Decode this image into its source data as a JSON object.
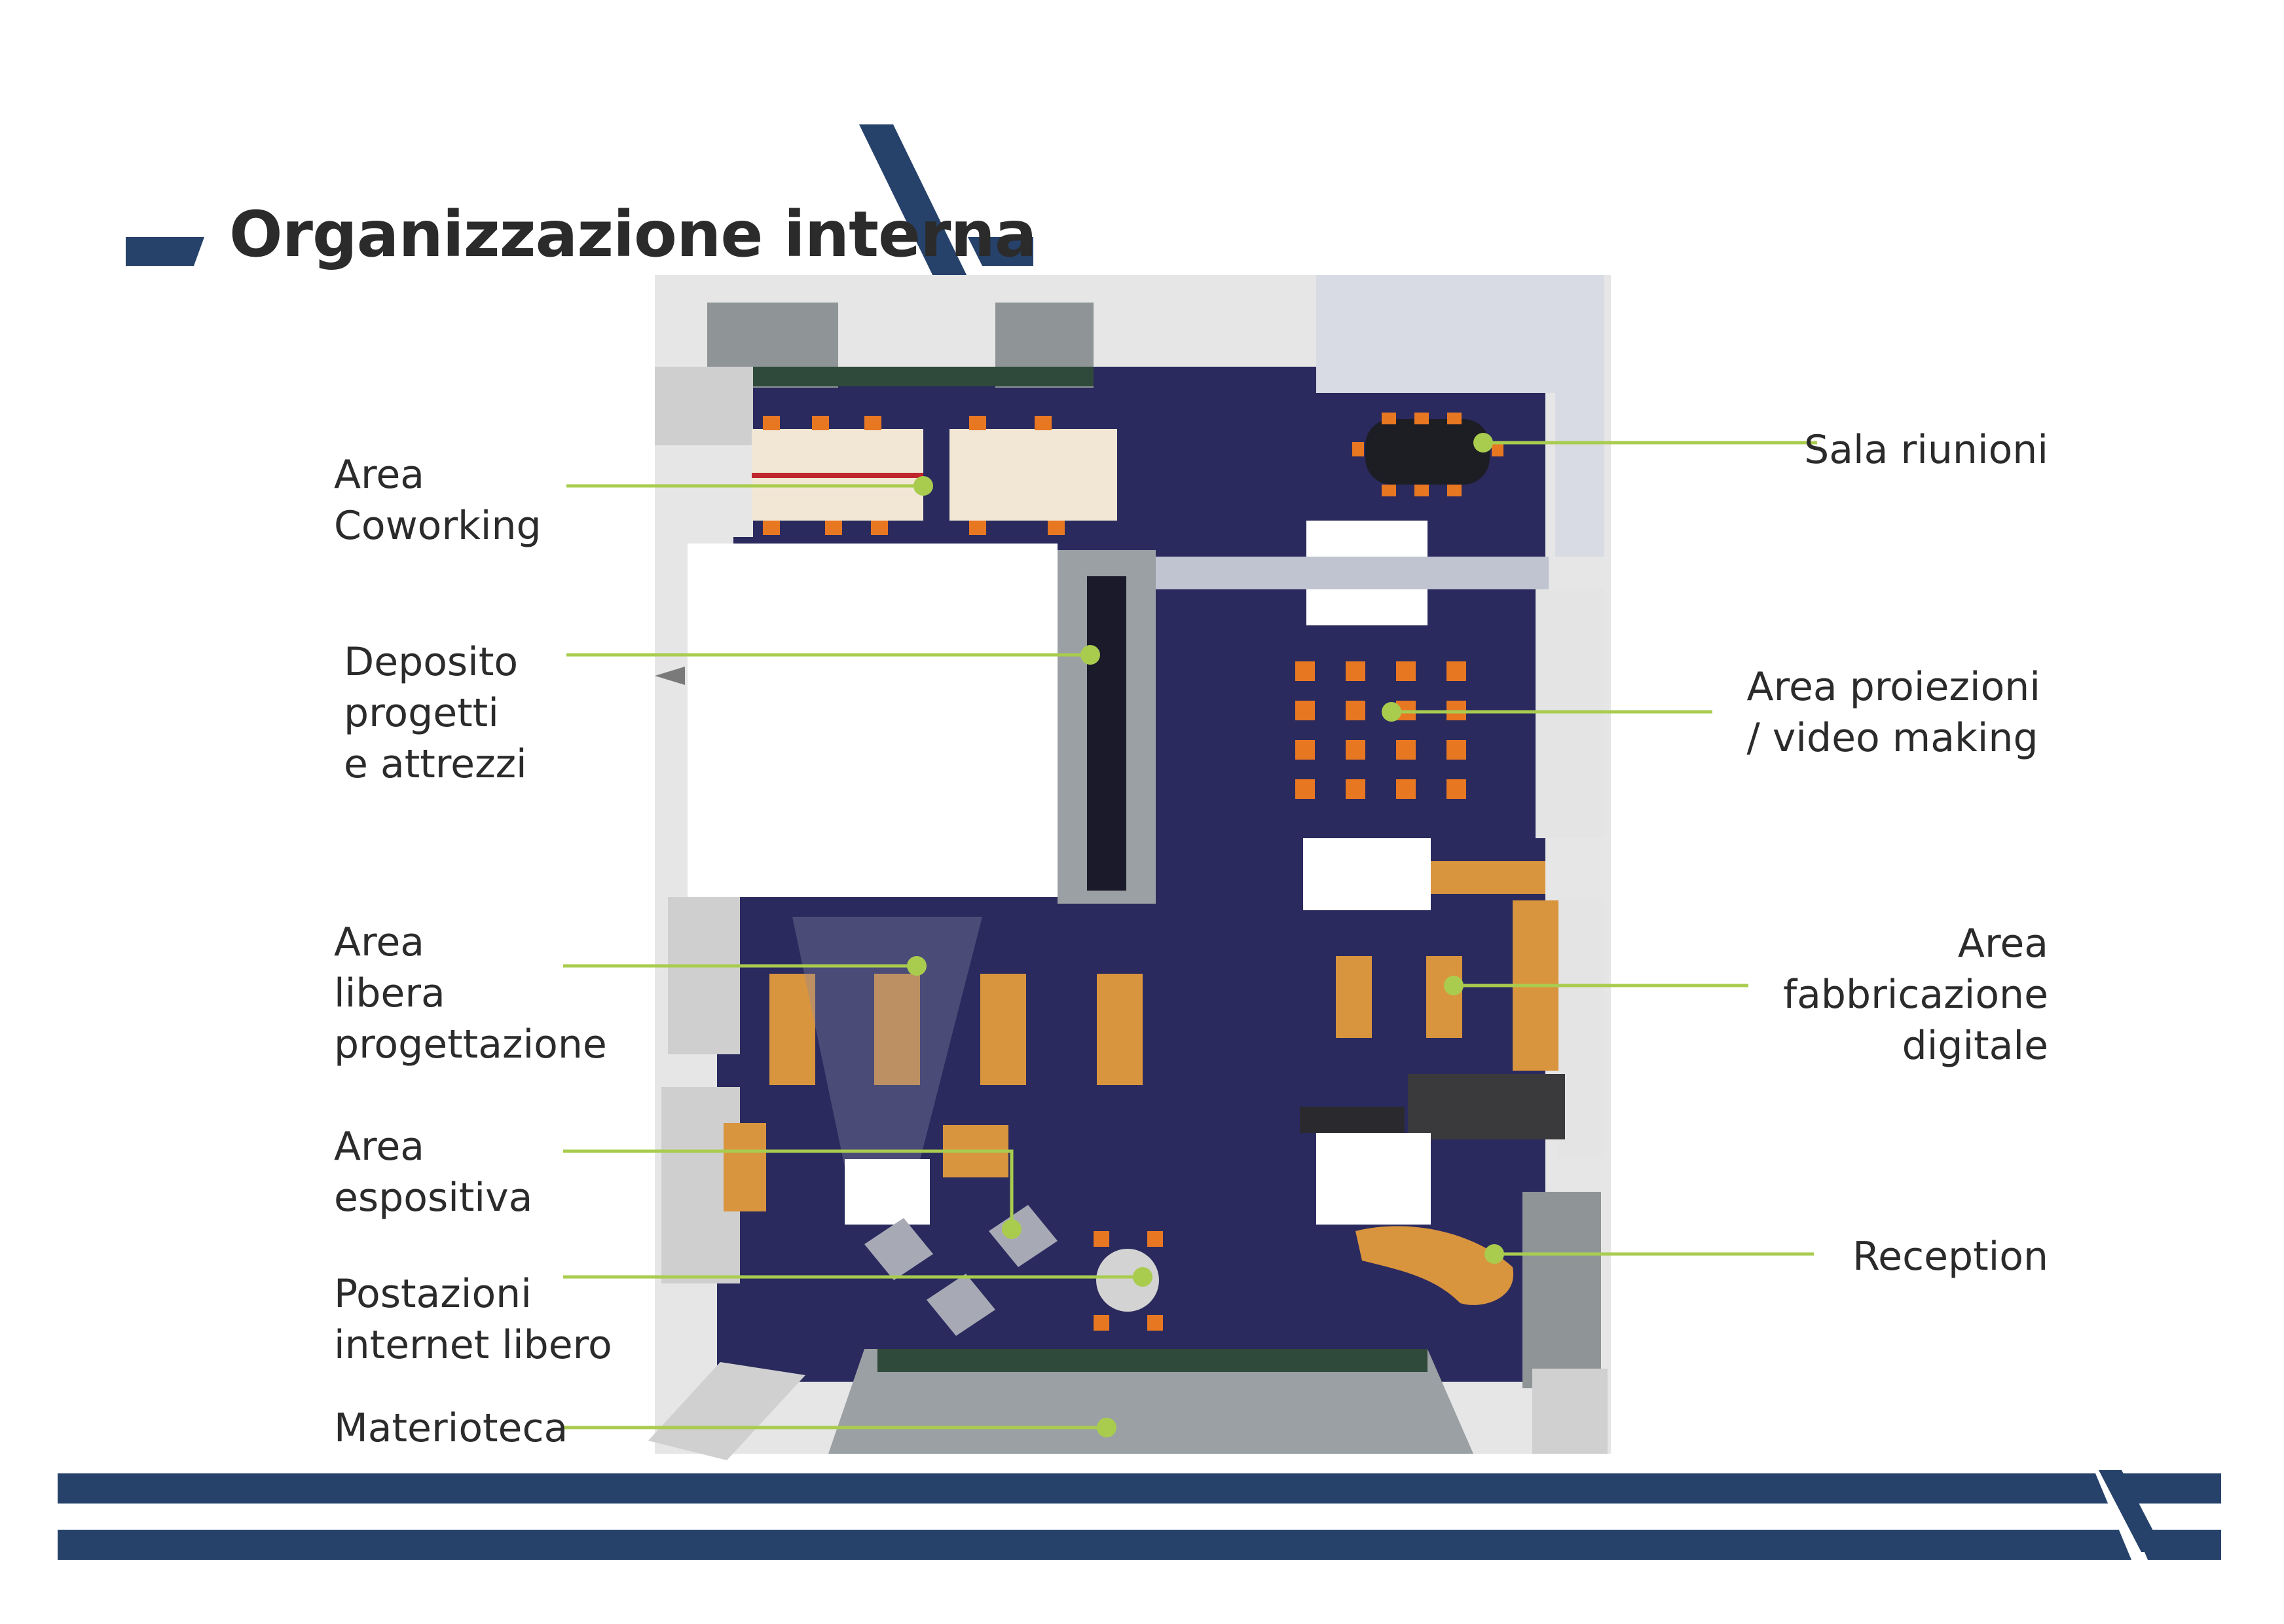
{
  "title": "Organizzazione interna",
  "colors": {
    "navy": "#26426b",
    "floor": "#2a2a5e",
    "leader": "#a9cc4f",
    "text": "#2b2b2b"
  },
  "labels": {
    "coworking": [
      "Area",
      "Coworking"
    ],
    "deposito": [
      "Deposito",
      "progetti",
      "e attrezzi"
    ],
    "libera": [
      "Area",
      "libera",
      "progettazione"
    ],
    "espositiva": [
      "Area",
      "espositiva"
    ],
    "internet": [
      "Postazioni",
      "internet libero"
    ],
    "materioteca": [
      "Materioteca"
    ],
    "riunioni": [
      "Sala riunioni"
    ],
    "proiezioni": [
      "Area proiezioni",
      "/ video making"
    ],
    "fabbricazione": [
      "Area",
      "fabbricazione",
      "digitale"
    ],
    "reception": [
      "Reception"
    ]
  }
}
